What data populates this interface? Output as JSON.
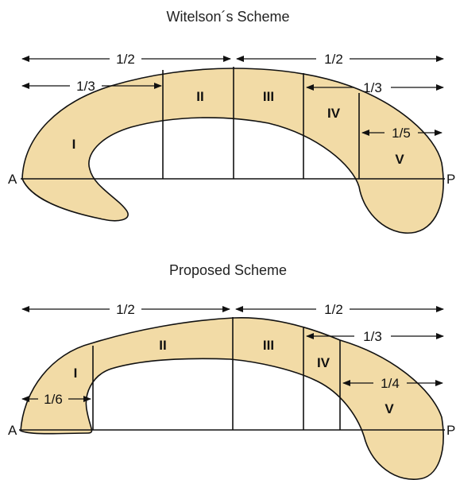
{
  "witelson": {
    "title": "Witelson´s Scheme",
    "fractions": {
      "half_left": "1/2",
      "half_right": "1/2",
      "third_left": "1/3",
      "third_right": "1/3",
      "fifth": "1/5"
    },
    "regions": {
      "r1": "I",
      "r2": "II",
      "r3": "III",
      "r4": "IV",
      "r5": "V"
    },
    "end_left": "A",
    "end_right": "P"
  },
  "proposed": {
    "title": "Proposed Scheme",
    "fractions": {
      "half_left": "1/2",
      "half_right": "1/2",
      "third_right": "1/3",
      "sixth": "1/6",
      "quarter": "1/4"
    },
    "regions": {
      "r1": "I",
      "r2": "II",
      "r3": "III",
      "r4": "IV",
      "r5": "V"
    },
    "end_left": "A",
    "end_right": "P"
  },
  "colors": {
    "fill": "#f2dba6",
    "stroke": "#111111"
  }
}
